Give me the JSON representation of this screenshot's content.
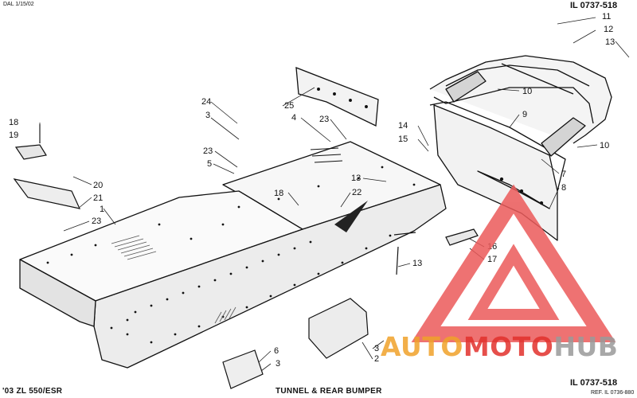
{
  "header": {
    "date_code": "DAL 1/15/02",
    "ref_top": "IL 0737-518"
  },
  "footer": {
    "model": "'03 ZL 550/ESR",
    "title": "TUNNEL & REAR BUMPER",
    "ref_main": "IL 0737-518",
    "ref_sub": "REF. IL 0736-880"
  },
  "callouts": [
    {
      "id": "11",
      "label": "11"
    },
    {
      "id": "12",
      "label": "12"
    },
    {
      "id": "13a",
      "label": "13"
    },
    {
      "id": "10a",
      "label": "10"
    },
    {
      "id": "9",
      "label": "9"
    },
    {
      "id": "10b",
      "label": "10"
    },
    {
      "id": "14",
      "label": "14"
    },
    {
      "id": "15",
      "label": "15"
    },
    {
      "id": "7",
      "label": "7"
    },
    {
      "id": "8",
      "label": "8"
    },
    {
      "id": "25",
      "label": "25"
    },
    {
      "id": "24",
      "label": "24"
    },
    {
      "id": "3a",
      "label": "3"
    },
    {
      "id": "4",
      "label": "4"
    },
    {
      "id": "23a",
      "label": "23"
    },
    {
      "id": "18a",
      "label": "18"
    },
    {
      "id": "19",
      "label": "19"
    },
    {
      "id": "23b",
      "label": "23"
    },
    {
      "id": "5",
      "label": "5"
    },
    {
      "id": "13b",
      "label": "13"
    },
    {
      "id": "20",
      "label": "20"
    },
    {
      "id": "21",
      "label": "21"
    },
    {
      "id": "18b",
      "label": "18"
    },
    {
      "id": "22",
      "label": "22"
    },
    {
      "id": "23c",
      "label": "23"
    },
    {
      "id": "1",
      "label": "1"
    },
    {
      "id": "16",
      "label": "16"
    },
    {
      "id": "17",
      "label": "17"
    },
    {
      "id": "13c",
      "label": "13"
    },
    {
      "id": "6",
      "label": "6"
    },
    {
      "id": "3b",
      "label": "3"
    },
    {
      "id": "3c",
      "label": "3"
    },
    {
      "id": "2",
      "label": "2"
    }
  ],
  "watermark": {
    "part1": "AUTO",
    "part2": "MOTO",
    "part3": "HUB",
    "colors": {
      "orange": "#f0a22a",
      "red": "#e2312c",
      "gray": "#9a9a9a",
      "triangle": "#ec5a5a"
    }
  }
}
